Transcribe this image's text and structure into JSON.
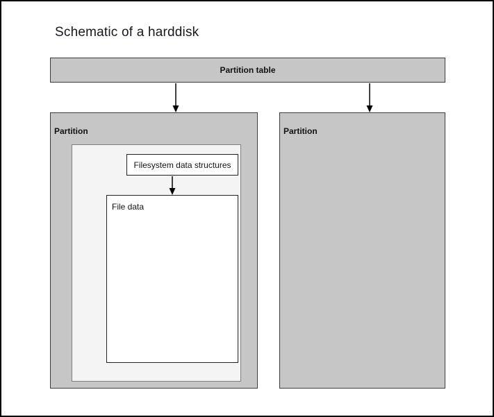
{
  "title": "Schematic of a harddisk",
  "partition_table": {
    "label": "Partition table"
  },
  "partitions": {
    "left": {
      "label": "Partition",
      "filesystem_box": {
        "label": "Filesystem data structures"
      },
      "file_data_box": {
        "label": "File data"
      }
    },
    "right": {
      "label": "Partition"
    }
  },
  "colors": {
    "partition_fill": "#c6c6c6",
    "inner_fill": "#f4f4f4",
    "box_fill": "#ffffff",
    "border": "#000000",
    "page_border": "#000000",
    "arrow": "#000000"
  }
}
